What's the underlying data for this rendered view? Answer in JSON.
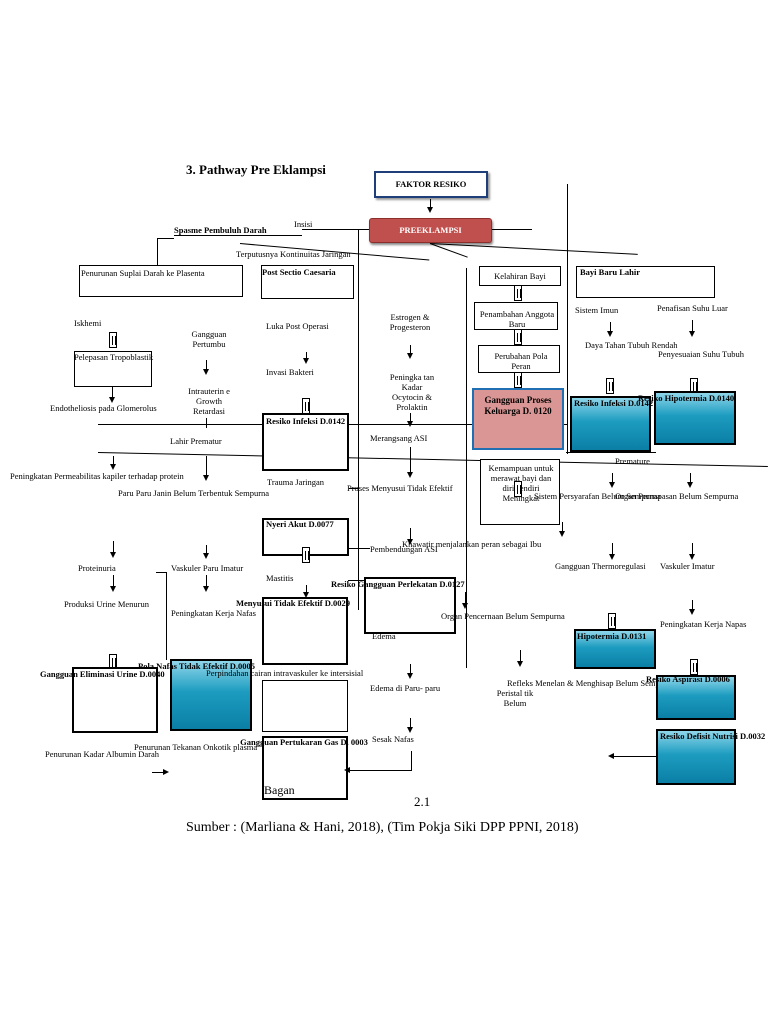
{
  "title": "3. Pathway Pre Eklampsi",
  "factor": "FAKTOR RESIKO",
  "preeklampsi": "PREEKLAMPSI",
  "insisi": "Insisi",
  "terputusnya": "Terputusnya Kontinuitas Jaringan",
  "left": {
    "spasme": "Spasme Pembuluh Darah",
    "penurunan_suplai": "Penurunan Suplai Darah ke Plasenta",
    "iskhemi": "Iskhemi",
    "pelepasan": "Pelepasan Tropoblastik",
    "endotheliosis": "Endotheliosis pada Glomerolus",
    "gangguan_pertumbuhan": "Gangguan Pertumbu",
    "intrauterine": "Intrauterin e Growth Retardasi",
    "lahir_prematur": "Lahir Prematur",
    "permeabilitas": "Peningkatan Permeabilitas kapiler terhadap protein",
    "paru_janin": "Paru Paru Janin Belum Terbentuk Sempurna",
    "proteinuria": "Proteinuria",
    "vaskuler_imatur": "Vaskuler Paru Imatur",
    "produksi_urine": "Produksi Urine Menurun",
    "kerja_nafas": "Peningkatan Kerja Nafas",
    "gangguan_eliminasi": "Gangguan Eliminasi Urine D.0040",
    "pola_nafas": "Pola Nafas Tidak Efektif D.0005",
    "perpindahan": "Perpindahan cairan intravaskuler ke intersisial",
    "penurunan_albumin": "Penurunan Kadar Albumin Darah",
    "penurunan_onkotik": "Penurunan Tekanan Onkotik plasma"
  },
  "middle": {
    "post_sc": "Post Sectio Caesaria",
    "luka": "Luka Post Operasi",
    "invasi": "Invasi Bakteri",
    "resiko_infeksi": "Resiko Infeksi D.0142",
    "trauma": "Trauma Jaringan",
    "nyeri": "Nyeri Akut D.0077",
    "mastitis": "Mastitis",
    "menyusui": "Menyusui Tidak Efektif D.0029",
    "estrogen": "Estrogen & Progesteron",
    "peningkatan_oxytocin": "Peningka tan Kadar Ocytocin & Prolaktin",
    "merangsang": "Merangsang ASI",
    "proses_menyusui": "Proses Menyusui Tidak Efektif",
    "pembendungan": "Pembendungan ASI",
    "resiko_perlekatan": "Resiko Gangguan Perlekatan D.0127",
    "edema": "Edema",
    "edema_paru": "Edema di Paru- paru",
    "sesak": "Sesak Nafas",
    "gangguan_gas": "Gangguan Pertukaran Gas D. 0003"
  },
  "right": {
    "kelahiran": "Kelahiran Bayi",
    "penambahan": "Penambahan Anggota Baru",
    "perubahan_pola": "Perubahan Pola Peran",
    "gangguan_keluarga": "Gangguan Proses Keluarga D. 0120",
    "kemampuan": "Kemampuan untuk merawat bayi dan diri sendiri Meningkat",
    "khawatir": "Khawatir menjalankan peran sebagai Ibu",
    "organ": "Organ Pencernaan Belum Sempurna",
    "refleks": "Refleks Menelan & Menghisap Belum Sempurna",
    "peristaltik": "Peristal tik Belum",
    "bayi_baru": "Bayi Baru Lahir",
    "sistem_imun": "Sistem Imun",
    "penafisan": "Penafisan Suhu Luar",
    "daya_tahan": "Daya Tahan Tubuh Rendah",
    "penyesuaian": "Penyesuaian Suhu Tubuh",
    "resiko_infeksi_bayi": "Resiko Infeksi D.0142",
    "resiko_hipotermia": "Resiko Hipotermia D.0140",
    "premature": "Premature",
    "sistem_persyarafan": "Sistem Persyarafan Belum Sempurna",
    "organ_pernapasan": "Organ Pernapasan Belum Sempurna",
    "gangguan_thermo": "Gangguan Thermoregulasi",
    "vaskuler_imatur": "Vaskuler Imatur",
    "kerja_napas": "Peningkatan Kerja Napas",
    "hipotermia": "Hipotermia D.0131",
    "resiko_aspirasi": "Resiko Aspirasi D.0006",
    "resiko_defisit": "Resiko Defisit Nutrisi D.0032"
  },
  "caption": {
    "bagan": "Bagan",
    "number": "2.1",
    "source": "Sumber : (Marliana & Hani, 2018), (Tim Pokja Siki DPP PPNI, 2018)"
  },
  "colors": {
    "preeklampsi_fill": "#c0504d",
    "keluarga_fill": "#d99694",
    "teal": "#1d9cc0"
  }
}
